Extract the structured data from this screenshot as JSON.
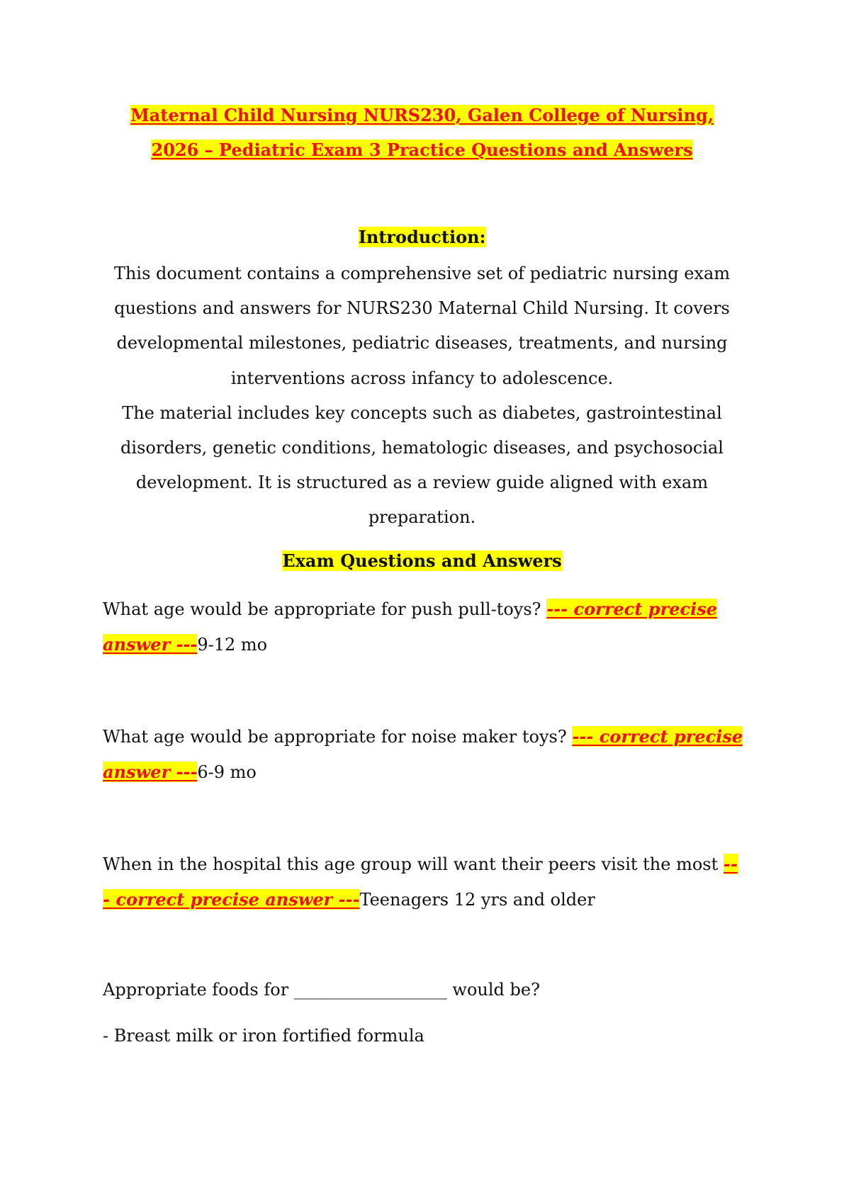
{
  "title": {
    "line1": "Maternal Child Nursing NURS230, Galen College of Nursing,",
    "line2": "2026 – Pediatric Exam 3 Practice Questions and Answers"
  },
  "introduction": {
    "heading": "Introduction:",
    "paragraph1": "This document contains a comprehensive set of pediatric nursing exam questions and answers for NURS230 Maternal Child Nursing. It covers developmental milestones, pediatric diseases, treatments, and nursing interventions across infancy to adolescence.",
    "paragraph2": "The material includes key concepts such as diabetes, gastrointestinal disorders, genetic conditions, hematologic diseases, and psychosocial development. It is structured as a review guide aligned with exam preparation."
  },
  "exam": {
    "heading": "Exam Questions and Answers",
    "answer_marker": "--- correct precise answer ---",
    "questions": [
      {
        "question": "What age would be appropriate for push pull-toys? ",
        "answer": "9-12 mo"
      },
      {
        "question": "What age would be appropriate for noise maker toys? ",
        "answer": "6-9 mo"
      },
      {
        "question": "When in the hospital this age group will want their peers visit the most ",
        "answer": "Teenagers 12 yrs and older"
      },
      {
        "question": "Appropriate foods for __________________ would be?",
        "answer": "- Breast milk or iron fortified formula"
      }
    ]
  }
}
